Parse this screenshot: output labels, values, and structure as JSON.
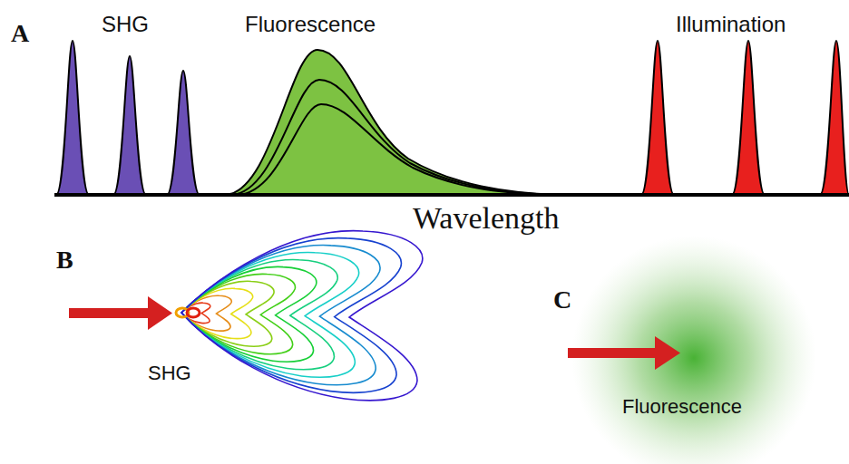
{
  "diagram": {
    "labels": [
      "A",
      "SHG",
      "Fluorescence",
      "Illumination",
      "Wavelength",
      "B",
      "SHG",
      "C",
      "Fluorescence"
    ]
  }
}
